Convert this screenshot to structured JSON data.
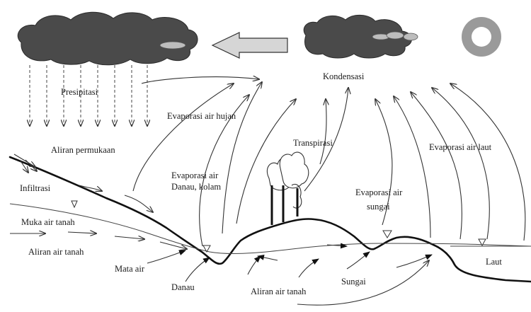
{
  "labels": {
    "presipitasi": "Presipitasi",
    "kondensasi": "Kondensasi",
    "evaporasi_hujan": "Evaporasi air hujan",
    "transpirasi": "Transpirasi",
    "evaporasi_laut": "Evaporasi air laut",
    "aliran_permukaan": "Aliran permukaan",
    "infiltrasi": "Infiltrasi",
    "evaporasi_danau_1": "Evaporasi air",
    "evaporasi_danau_2": "Danau, kolam",
    "evaporasi_sungai_1": "Evaporasi air",
    "evaporasi_sungai_2": "sungai",
    "muka_air_tanah": "Muka air tanah",
    "aliran_air_tanah_left": "Aliran air tanah",
    "mata_air": "Mata air",
    "danau": "Danau",
    "aliran_air_tanah_bottom": "Aliran air tanah",
    "sungai": "Sungai",
    "laut": "Laut"
  },
  "colors": {
    "cloud": "#4a4a4a",
    "cloud_small": "#6a6a6a",
    "sun_ring": "#9a9a9a",
    "big_arrow": "#d6d6d6"
  },
  "icons": [
    "rain-cloud-icon",
    "condensation-cloud-icon",
    "sun-icon",
    "wind-arrow-icon",
    "tree-icon",
    "water-table-triangle-icon"
  ]
}
